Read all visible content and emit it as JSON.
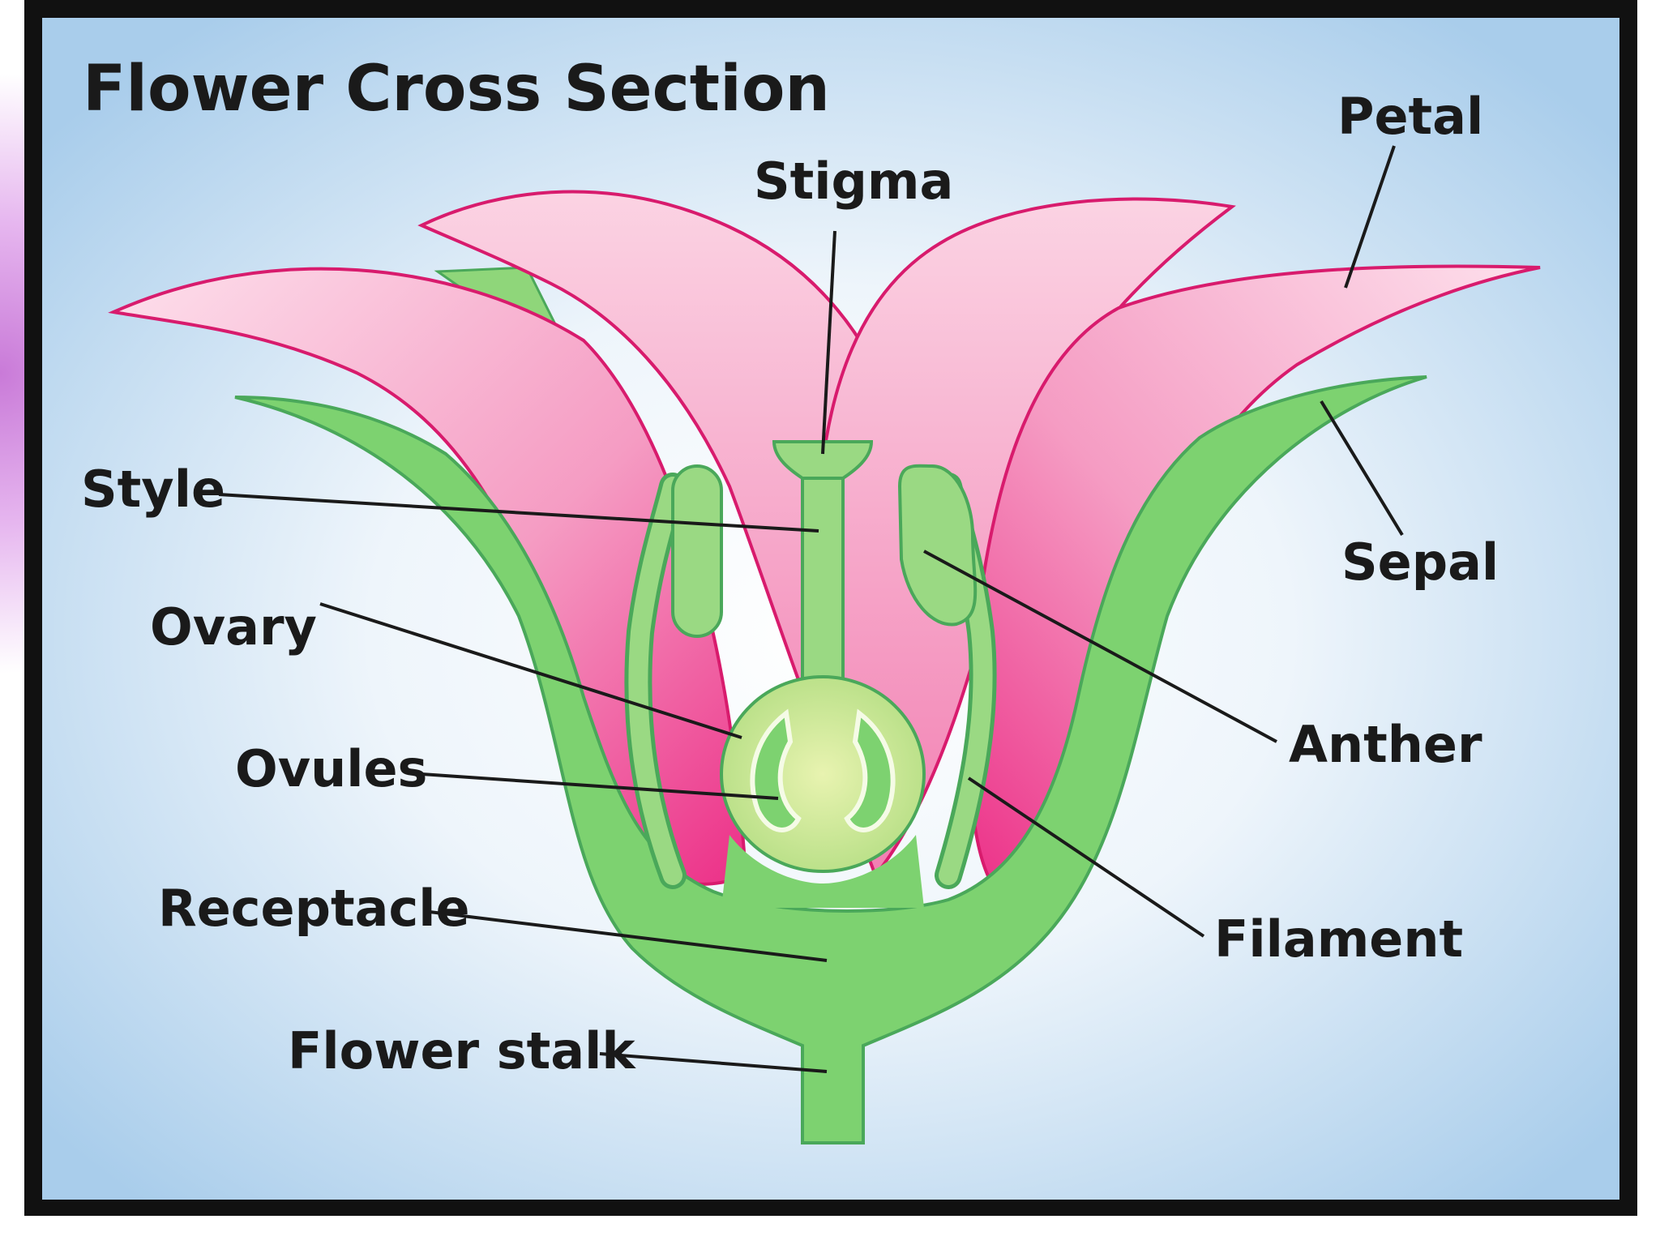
{
  "title": "Flower Cross Section",
  "labels": {
    "petal": "Petal",
    "stigma": "Stigma",
    "style": "Style",
    "sepal": "Sepal",
    "ovary": "Ovary",
    "anther": "Anther",
    "ovules": "Ovules",
    "receptacle": "Receptacle",
    "filament": "Filament",
    "flower_stalk": "Flower stalk"
  },
  "colors": {
    "frame": "#111111",
    "background_center": "#ffffff",
    "background_edge": "#a9cdeb",
    "petal_light": "#f9c3d8",
    "petal_dark": "#ec2f87",
    "petal_outline": "#d81b6d",
    "green": "#7dd270",
    "green_light": "#b9e48e",
    "green_outline": "#4aa85a",
    "line": "#1a1a1a"
  }
}
